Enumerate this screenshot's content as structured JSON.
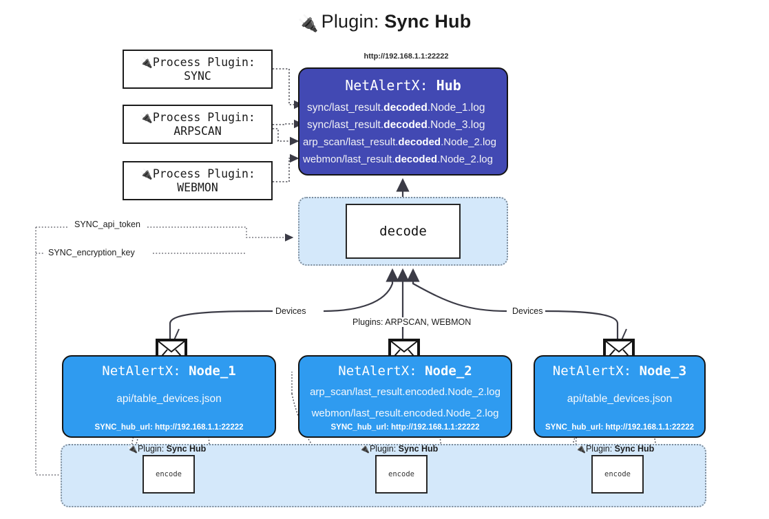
{
  "title": {
    "plug_icon": "🔌",
    "prefix": "Plugin: ",
    "name": "Sync Hub"
  },
  "process_plugins": [
    {
      "icon": "🔌",
      "line1": "Process Plugin:",
      "line2": "SYNC"
    },
    {
      "icon": "🔌",
      "line1": "Process Plugin:",
      "line2": "ARPSCAN"
    },
    {
      "icon": "🔌",
      "line1": "Process Plugin:",
      "line2": "WEBMON"
    }
  ],
  "hub": {
    "url": "http://192.168.1.1:22222",
    "title_prefix": "NetAlertX: ",
    "title_name": "Hub",
    "logs": [
      {
        "pre": "sync/last_result.",
        "strong": "decoded",
        "post": ".Node_1.log"
      },
      {
        "pre": "sync/last_result.",
        "strong": "decoded",
        "post": ".Node_3.log"
      },
      {
        "pre": "arp_scan/last_result.",
        "strong": "decoded",
        "post": ".Node_2.log"
      },
      {
        "pre": "webmon/last_result.",
        "strong": "decoded",
        "post": ".Node_2.log"
      }
    ],
    "color": "#4249b3"
  },
  "decode": {
    "label": "decode",
    "container_color": "#d4e8fa"
  },
  "edge_labels": {
    "devices_left": "Devices",
    "devices_right": "Devices",
    "plugins_middle": "Plugins: ARPSCAN, WEBMON",
    "api_token": "SYNC_api_token",
    "encryption_key": "SYNC_encryption_key"
  },
  "nodes": [
    {
      "title_prefix": "NetAlertX: ",
      "title_name": "Node_1",
      "lines": [
        "api/table_devices.json"
      ],
      "footer": "SYNC_hub_url: http://192.168.1.1:22222",
      "color": "#2f9bf0",
      "icon": "envelope-icon"
    },
    {
      "title_prefix": "NetAlertX: ",
      "title_name": "Node_2",
      "lines": [
        "arp_scan/last_result.encoded.Node_2.log",
        "webmon/last_result.encoded.Node_2.log"
      ],
      "footer": "SYNC_hub_url: http://192.168.1.1:22222",
      "color": "#2f9bf0",
      "icon": "envelope-icon"
    },
    {
      "title_prefix": "NetAlertX: ",
      "title_name": "Node_3",
      "lines": [
        "api/table_devices.json"
      ],
      "footer": "SYNC_hub_url: http://192.168.1.1:22222",
      "color": "#2f9bf0",
      "icon": "envelope-icon"
    }
  ],
  "encoders": [
    {
      "icon": "🔌",
      "label_prefix": "Plugin: ",
      "label_name": "Sync Hub",
      "box": "encode"
    },
    {
      "icon": "🔌",
      "label_prefix": "Plugin: ",
      "label_name": "Sync Hub",
      "box": "encode"
    },
    {
      "icon": "🔌",
      "label_prefix": "Plugin: ",
      "label_name": "Sync Hub",
      "box": "encode"
    }
  ]
}
